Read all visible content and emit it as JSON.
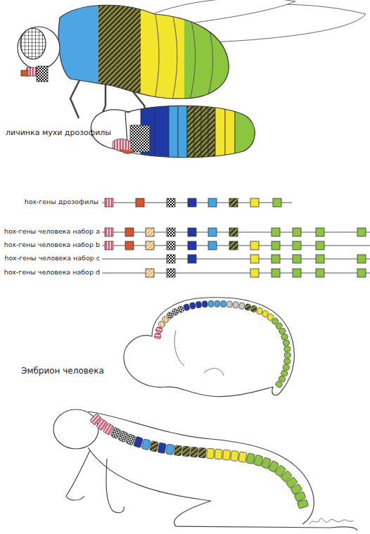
{
  "diagram": {
    "labels": [
      "личинка мухи дрозофилы",
      "hox-гены дрозофилы",
      "hox-гены человека набор a",
      "hox-гены человека набор b",
      "hox-гены человека набор c",
      "hox-гены человека набор d",
      "Эмбрион человека"
    ]
  }
}
